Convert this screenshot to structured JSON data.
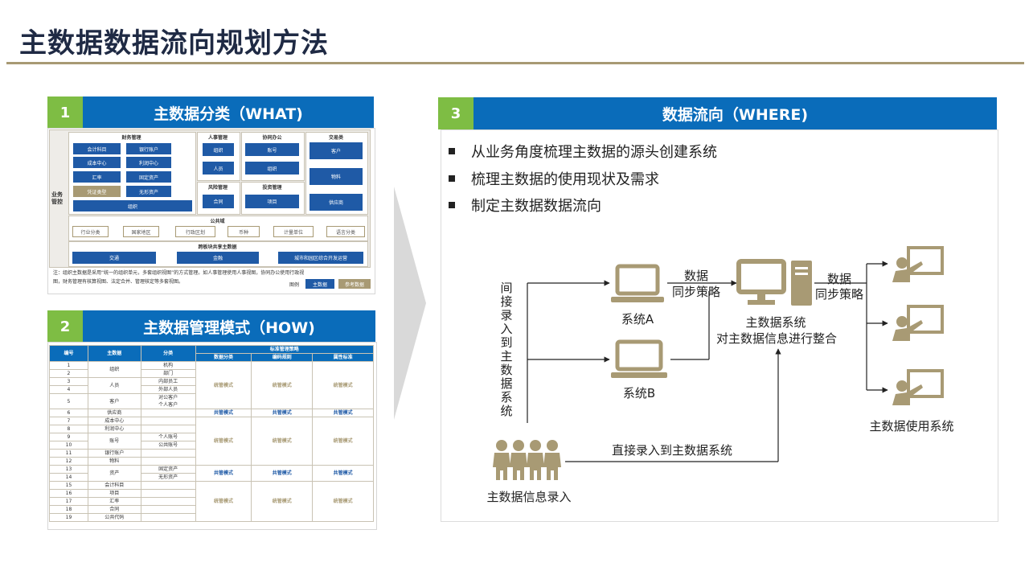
{
  "title": "主数据数据流向规划方法",
  "panel1": {
    "num": "1",
    "header": "主数据分类（WHAT)",
    "biz_label": "业务管控",
    "finance": {
      "title": "财务管理",
      "items": [
        "会计科目",
        "银行账户",
        "成本中心",
        "利润中心",
        "汇率",
        "固定资产",
        "凭证类型",
        "无形资产",
        "组织"
      ]
    },
    "hr": {
      "title": "人事管理",
      "items": [
        "组织",
        "人员"
      ]
    },
    "oa": {
      "title": "协同办公",
      "items": [
        "账号",
        "组织"
      ]
    },
    "trade": {
      "title": "交易类",
      "items": [
        "客户",
        "物料",
        "供应商"
      ]
    },
    "risk": {
      "title": "风险管理",
      "items": [
        "合同"
      ]
    },
    "invest": {
      "title": "投资管理",
      "items": [
        "项目"
      ]
    },
    "common": {
      "title": "公共域",
      "items": [
        "行业分类",
        "国家地区",
        "行政区划",
        "币种",
        "计量单位",
        "语言分类"
      ]
    },
    "cross": {
      "title": "跨板块共享主数据",
      "items": [
        "交通",
        "金融",
        "城市和园区综合开发运营"
      ]
    },
    "note_line1": "注：组织主数据是采用“统一的组织单元，多套组织视图”的方式管理。如人事管理使用人事视图，协同办公使用行政视",
    "note_line2": "图，财务管理有核算视图、法定合并、管理核定等多套视图。",
    "legend_label": "图例",
    "legend_main": "主数据",
    "legend_ref": "参考数据"
  },
  "panel2": {
    "num": "2",
    "header": "主数据管理模式（HOW)",
    "table": {
      "headers": [
        "编号",
        "主数据",
        "分类",
        "标准管理策略"
      ],
      "sub_headers": [
        "数据分类",
        "编码规则",
        "属性标准"
      ],
      "nums": [
        "1",
        "2",
        "3",
        "4",
        "5",
        "6",
        "7",
        "8",
        "9",
        "10",
        "11",
        "12",
        "13",
        "14",
        "15",
        "16",
        "17",
        "18",
        "19"
      ],
      "main": [
        "组织",
        "人员",
        "客户",
        "供应商",
        "成本中心",
        "利润中心",
        "账号",
        "银行账户",
        "物料",
        "资产",
        "会计科目",
        "项目",
        "汇率",
        "合同",
        "公共代码"
      ],
      "cls": [
        "机构",
        "部门",
        "内部员工",
        "外部人员",
        "对公客户",
        "个人客户",
        "个人账号",
        "公共账号",
        "固定资产",
        "无形资产"
      ],
      "mode_tan": "统管模式",
      "mode_blue": "共管模式"
    }
  },
  "panel3": {
    "num": "3",
    "header": "数据流向（WHERE)",
    "bullets": [
      "从业务角度梳理主数据的源头创建系统",
      "梳理主数据的使用现状及需求",
      "制定主数据数据流向"
    ],
    "indirect": "间接录入到主数据系统",
    "sync1a": "数据",
    "sync1b": "同步策略",
    "sync2a": "数据",
    "sync2b": "同步策略",
    "sysA": "系统A",
    "sysB": "系统B",
    "mdm1": "主数据系统",
    "mdm2": "对主数据信息进行整合",
    "direct": "直接录入到主数据系统",
    "entry": "主数据信息录入",
    "usage": "主数据使用系统"
  },
  "colors": {
    "blue": "#0a6cba",
    "green": "#7ebd44",
    "tan": "#a89a74",
    "navy": "#1f5aa6"
  }
}
